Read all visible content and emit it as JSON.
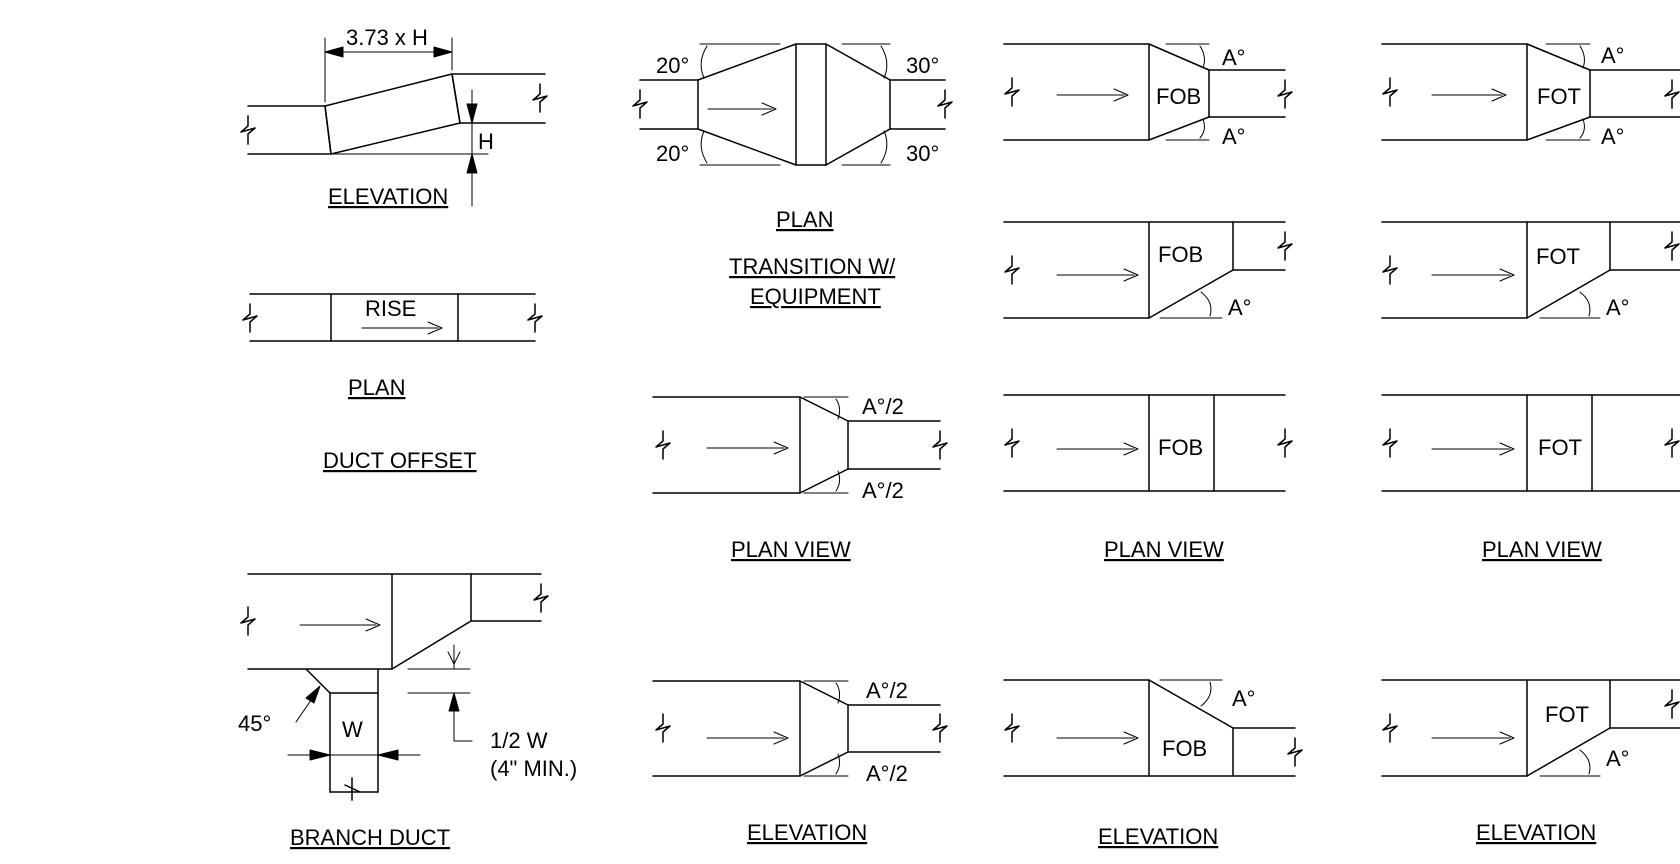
{
  "labels": {
    "dim_373h": "3.73 x H",
    "dim_h": "H",
    "elevation_offset": "ELEVATION",
    "rise": "RISE",
    "plan_offset": "PLAN",
    "duct_offset": "DUCT OFFSET",
    "angle_45": "45°",
    "w": "W",
    "half_w": "1/2 W",
    "four_in_min": "(4\" MIN.)",
    "branch_duct": "BRANCH DUCT",
    "ang20_top": "20°",
    "ang20_bot": "20°",
    "ang30_top": "30°",
    "ang30_bot": "30°",
    "plan_transition": "PLAN",
    "transition_l1": "TRANSITION W/",
    "transition_l2": "EQUIPMENT",
    "half_a": "A°/2",
    "a_deg": "A°",
    "fob": "FOB",
    "fot": "FOT",
    "plan_view": "PLAN VIEW",
    "elevation": "ELEVATION"
  }
}
